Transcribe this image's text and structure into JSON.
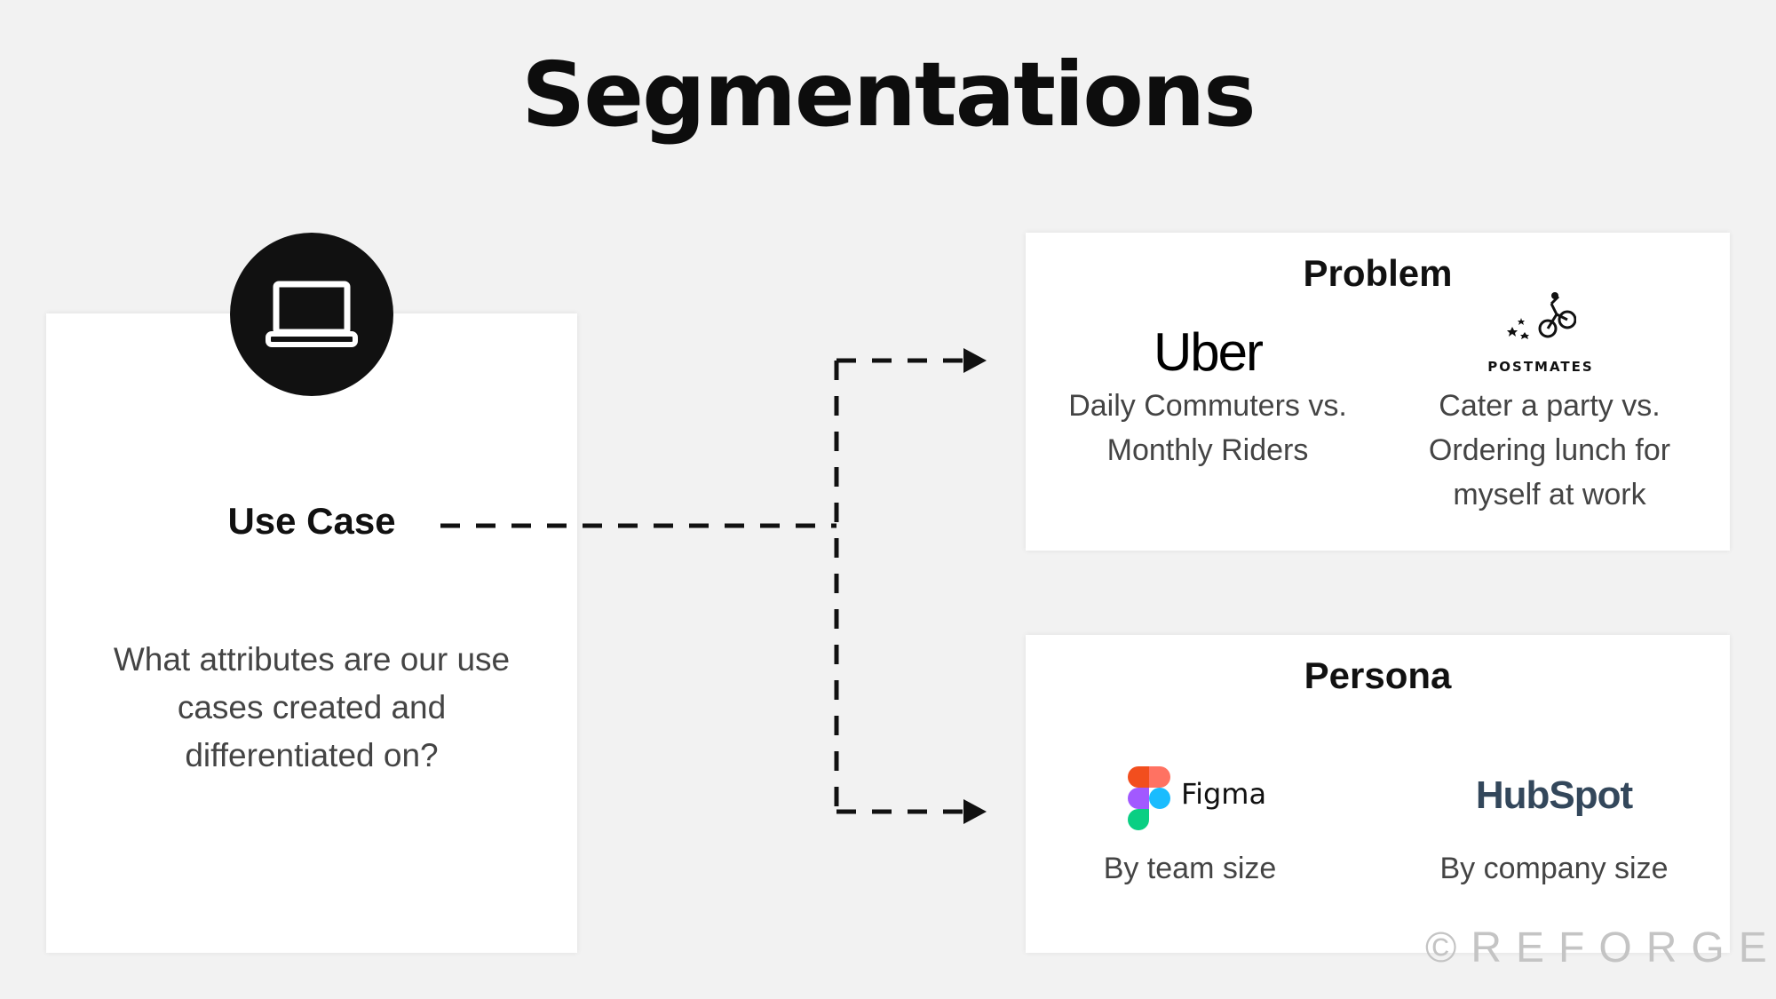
{
  "title": "Segmentations",
  "use_case": {
    "icon": "laptop-icon",
    "title": "Use Case",
    "description": "What attributes are our use cases created and differentiated on?"
  },
  "problem": {
    "title": "Problem",
    "examples": [
      {
        "logo": "Uber",
        "text": "Daily Commuters vs. Monthly Riders"
      },
      {
        "logo": "POSTMATES",
        "icon": "postmates-courier-icon",
        "text": "Cater a party vs. Ordering lunch for myself at work"
      }
    ]
  },
  "persona": {
    "title": "Persona",
    "examples": [
      {
        "logo": "Figma",
        "icon": "figma-icon",
        "text": "By team size"
      },
      {
        "logo": "HubSpot",
        "icon": "hubspot-sprocket-icon",
        "text": "By company size"
      }
    ]
  },
  "watermark": "©REFORGE",
  "colors": {
    "background": "#f2f2f2",
    "card": "#ffffff",
    "circle": "#111111",
    "hubspot_text": "#33475b",
    "hubspot_accent": "#ff7a59",
    "figma_red": "#f24e1e",
    "figma_orange": "#ff7262",
    "figma_purple": "#a259ff",
    "figma_blue": "#1abcfe",
    "figma_green": "#0acf83"
  }
}
